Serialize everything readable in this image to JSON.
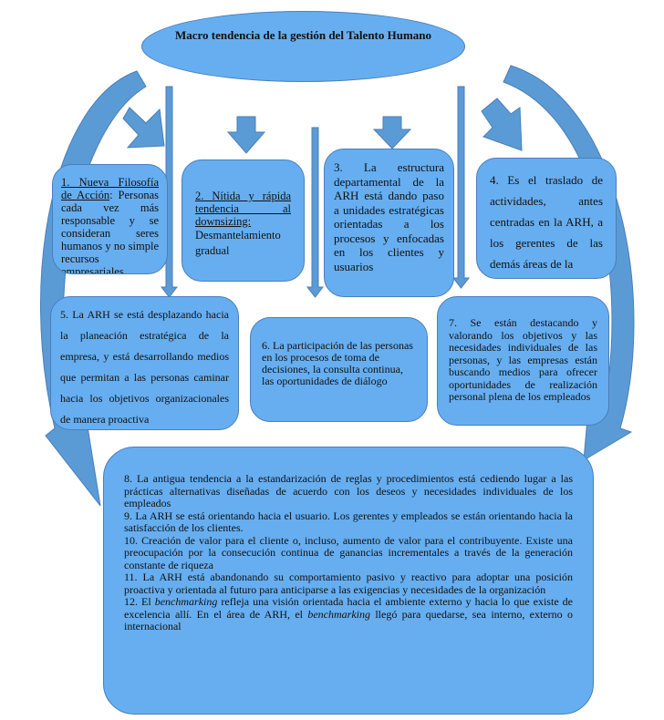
{
  "title": "Macro tendencia de la gestión del Talento Humano",
  "colors": {
    "fill": "#66aef0",
    "border": "#4a7ebb",
    "arrow": "#5b9bd5"
  },
  "boxes": {
    "b1_heading": "1. Nueva Filosofía de Acción",
    "b1_text": ": Personas cada vez más responsable y se consideran seres humanos y no simple recursos empresariales.",
    "b2_heading": "2. Nítida y rápida tendencia al downsizing:",
    "b2_text": "Desmantelamiento gradual",
    "b3_text": "3. La estructura departamental de la ARH está dando paso a unidades estratégicas orientadas a los procesos y enfocadas en los clientes y usuarios",
    "b4_text": "4. Es el traslado de actividades, antes centradas en la ARH, a los gerentes de las demás áreas de la",
    "b5_text": "5. La ARH se está desplazando hacia la planeación estratégica de la empresa, y está desarrollando medios que permitan a las personas caminar hacia los objetivos organizacionales de manera proactiva",
    "b6_text": "6. La participación de las personas en los procesos de toma de decisiones, la consulta continua, las oportunidades de diálogo",
    "b7_text": "7. Se están destacando y valorando los objetivos y las necesidades individuales de las personas, y las empresas están buscando medios para ofrecer oportunidades de realización personal plena de los empleados",
    "b8": {
      "item8": "8. La antigua tendencia a la estandarización de reglas y procedimientos está cediendo lugar a las prácticas alternativas diseñadas de acuerdo con los deseos y necesidades individuales de los empleados",
      "item9": "9. La ARH se está orientando hacia el usuario. Los gerentes y empleados se están orientando hacia la satisfacción de los clientes.",
      "item10": "10. Creación de valor para el cliente o, incluso, aumento de valor para el contribuyente. Existe una preocupación por la consecución continua de ganancias incrementales a través de la generación constante de riqueza",
      "item11": "11. La ARH está abandonando su comportamiento pasivo y reactivo para adoptar una posición proactiva y orientada al futuro para anticiparse a las exigencias y necesidades de la organización",
      "item12_a": "12. El ",
      "item12_em1": "benchmarking",
      "item12_b": " refleja una visión orientada hacia el ambiente externo y hacia lo que existe de excelencia allí. En el área de ARH, el ",
      "item12_em2": "benchmarking",
      "item12_c": " llegó para quedarse, sea interno, externo o internacional"
    }
  }
}
